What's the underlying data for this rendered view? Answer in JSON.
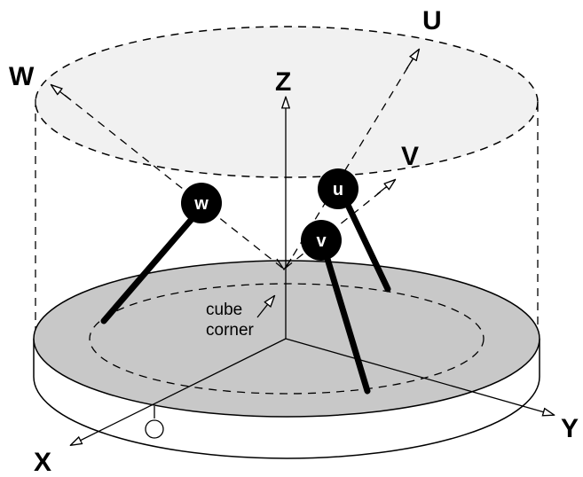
{
  "labels": {
    "axis_u": "U",
    "axis_v": "V",
    "axis_w": "W",
    "axis_x": "X",
    "axis_y": "Y",
    "axis_z": "Z"
  },
  "balls": {
    "w": "w",
    "u": "u",
    "v": "v"
  },
  "annotation": {
    "line1": "cube",
    "line2": "corner"
  },
  "colors": {
    "top_ellipse_fill": "#f1f1f1",
    "platter_fill": "#c8c8c8",
    "ink": "#000000"
  }
}
